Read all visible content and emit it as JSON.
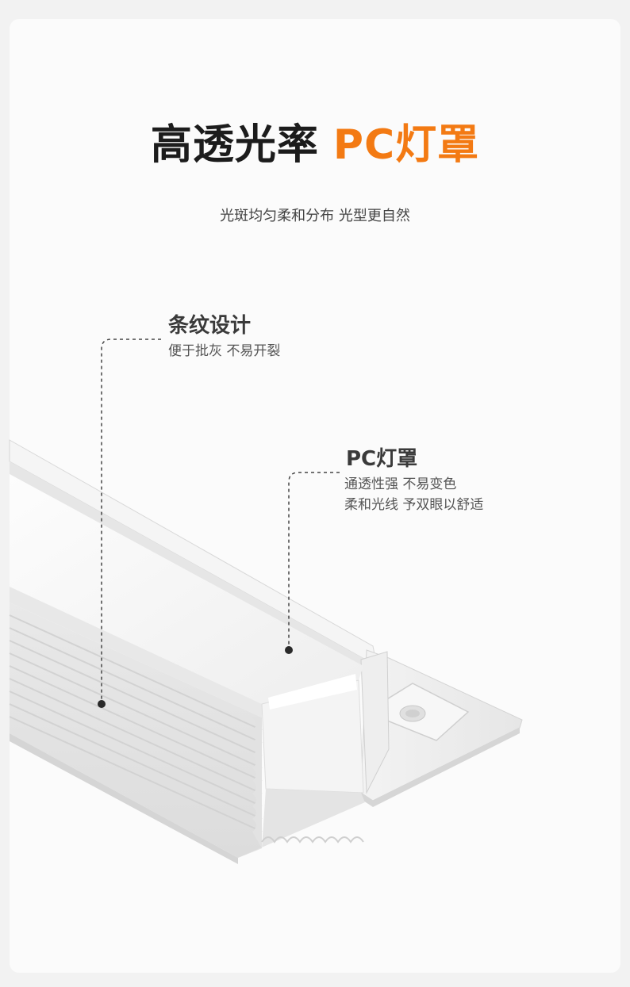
{
  "colors": {
    "background": "#fbfbfb",
    "accent": "#f37a13",
    "title_dark": "#1c1c1c",
    "callout_text": "#555555"
  },
  "header": {
    "title_main": "高透光率",
    "title_accent": "PC灯罩",
    "subtitle": "光斑均匀柔和分布 光型更自然"
  },
  "callouts": [
    {
      "title": "条纹设计",
      "lines": [
        "便于批灰 不易开裂"
      ]
    },
    {
      "title": "PC灯罩",
      "lines": [
        "通透性强 不易变色",
        "柔和光线 予双眼以舒适"
      ]
    }
  ],
  "product_image": {
    "icon": "aluminum-led-profile-illustration"
  }
}
